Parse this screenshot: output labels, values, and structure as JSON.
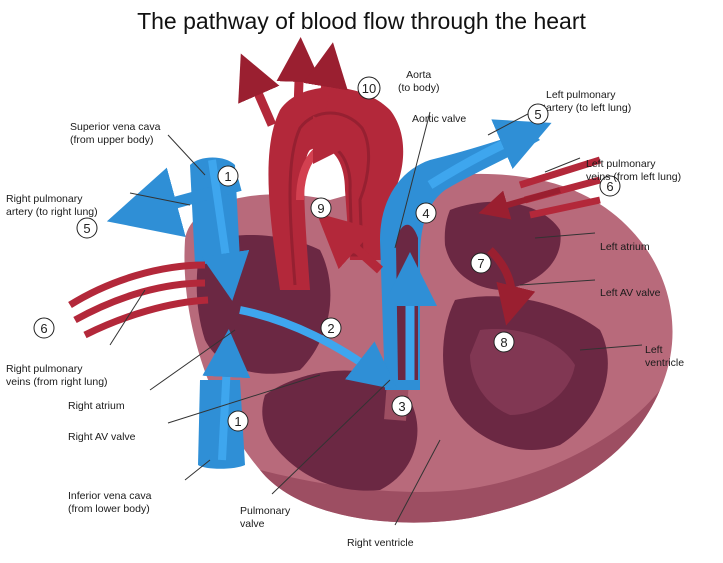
{
  "title": "The pathway of blood flow through the heart",
  "labels": {
    "aorta": [
      "Aorta",
      "(to body)"
    ],
    "aortic_valve": [
      "Aortic valve"
    ],
    "left_pulmonary_artery": [
      "Left pulmonary",
      "artery (to left lung)"
    ],
    "left_pulmonary_veins": [
      "Left pulmonary",
      "veins (from left lung)"
    ],
    "superior_vena_cava": [
      "Superior vena cava",
      "(from upper body)"
    ],
    "right_pulmonary_artery": [
      "Right pulmonary",
      "artery (to right lung)"
    ],
    "left_atrium": [
      "Left atrium"
    ],
    "left_av_valve": [
      "Left AV valve"
    ],
    "left_ventricle": [
      "Left",
      "ventricle"
    ],
    "right_pulmonary_veins": [
      "Right pulmonary",
      "veins (from right lung)"
    ],
    "right_atrium": [
      "Right atrium"
    ],
    "right_av_valve": [
      "Right AV valve"
    ],
    "inferior_vena_cava": [
      "Inferior vena cava",
      "(from lower body)"
    ],
    "pulmonary_valve": [
      "Pulmonary",
      "valve"
    ],
    "right_ventricle": [
      "Right ventricle"
    ]
  },
  "steps": [
    "1",
    "1",
    "2",
    "3",
    "4",
    "5",
    "5",
    "6",
    "6",
    "7",
    "8",
    "9",
    "10"
  ],
  "colors": {
    "oxygen_poor": "#2f8fd6",
    "oxygen_rich": "#b3283a",
    "heart_muscle": "#b86a7b",
    "chamber": "#6b2843"
  }
}
